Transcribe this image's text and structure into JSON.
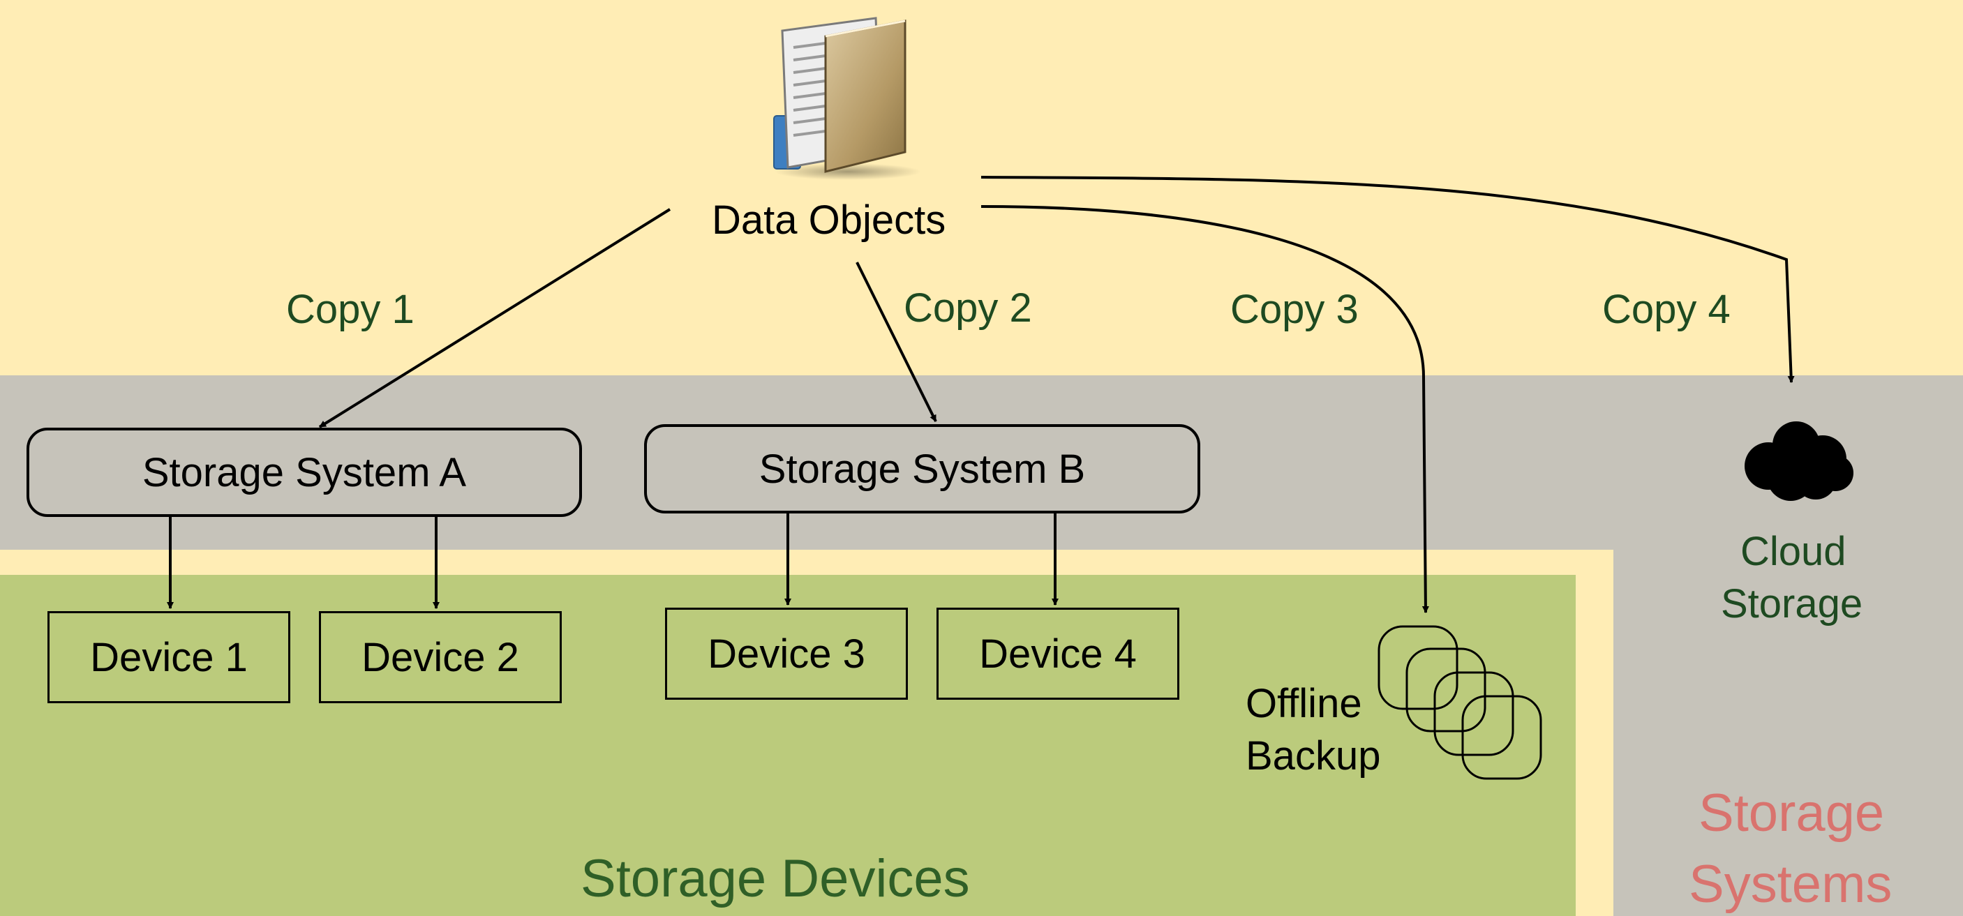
{
  "source": {
    "label": "Data Objects",
    "icon": "folder-documents-icon"
  },
  "copies": [
    "Copy 1",
    "Copy 2",
    "Copy 3",
    "Copy 4"
  ],
  "storage_systems": [
    "Storage System A",
    "Storage System B"
  ],
  "devices": [
    "Device 1",
    "Device 2",
    "Device 3",
    "Device 4"
  ],
  "offline_backup": {
    "label_line1": "Offline",
    "label_line2": "Backup",
    "icon": "tape-stack-icon"
  },
  "cloud": {
    "label_line1": "Cloud",
    "label_line2": "Storage",
    "icon": "cloud-icon"
  },
  "regions": {
    "storage_devices": "Storage Devices",
    "storage_systems_line1": "Storage",
    "storage_systems_line2": "Systems"
  },
  "colors": {
    "top_band": "#FFEDB5",
    "systems_band": "#C6C3BA",
    "devices_band": "#BBCB7C",
    "copy_text": "#1E4A21",
    "region_devices_text": "#2F5F27",
    "region_systems_text": "#D9736E"
  }
}
